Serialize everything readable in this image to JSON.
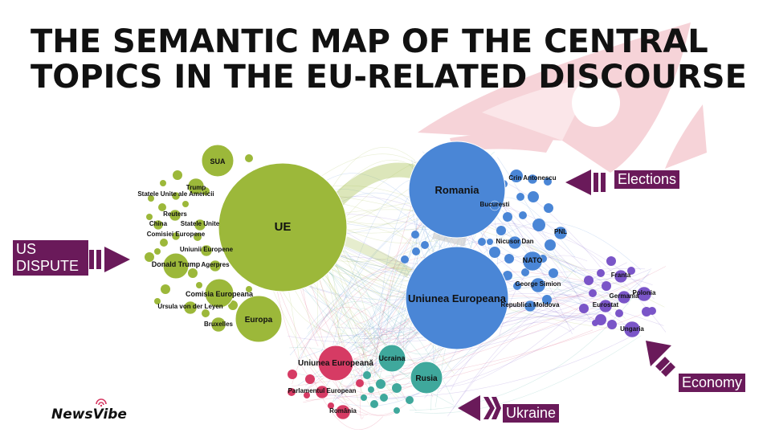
{
  "title": "THE SEMANTIC MAP OF THE CENTRAL TOPICS IN THE EU-RELATED DISCOURSE",
  "colors": {
    "green": "#9cb83a",
    "blue": "#4a86d6",
    "purple": "#7a55c8",
    "red": "#d63b64",
    "teal": "#3fa89c",
    "callout": "#6a1a5a",
    "watermark": "#f3c9cf"
  },
  "callouts": {
    "us_dispute": "US DISPUTE",
    "elections": "Elections",
    "economy": "Economy",
    "ukraine": "Ukraine"
  },
  "brand": "NewsVibe",
  "clusters": [
    {
      "id": "us",
      "color": "green",
      "nodes": [
        "UE",
        "SUA",
        "Trump",
        "Statele Unite ale Americii",
        "Reuters",
        "China",
        "Statele Unite",
        "Comisiei Europene",
        "Uniunii Europene",
        "Donald Trump",
        "Agerpres",
        "Comisia Europeana",
        "Ursula von der Leyen",
        "Europa",
        "Bruxelles"
      ]
    },
    {
      "id": "elections",
      "color": "blue",
      "nodes": [
        "Romania",
        "Uniunea Europeana",
        "Crin Antonescu",
        "Bucuresti",
        "PNL",
        "Nicusor Dan",
        "NATO",
        "George Simion",
        "Republica Moldova"
      ]
    },
    {
      "id": "economy",
      "color": "purple",
      "nodes": [
        "Franta",
        "Polonia",
        "Germania",
        "Eurostat",
        "Ungaria"
      ]
    },
    {
      "id": "ukraine",
      "color": "red",
      "nodes": [
        "Uniunea Europeană",
        "Parlamentul European",
        "România"
      ]
    },
    {
      "id": "ukraine-teal",
      "color": "teal",
      "nodes": [
        "Ucraina",
        "Rusia"
      ]
    }
  ]
}
